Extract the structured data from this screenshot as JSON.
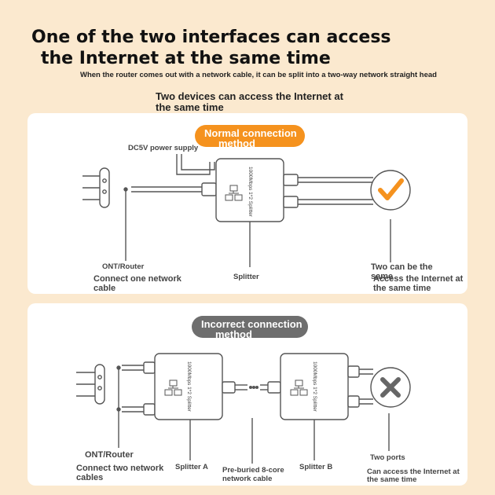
{
  "header": {
    "title_line1": "One of the two interfaces can access",
    "title_line2": "the Internet at the same time",
    "subtitle": "When the router comes out with a network cable, it can be split into a two-way network straight head",
    "two_devices": "Two devices can access the Internet at the same time"
  },
  "normal": {
    "pill_line1": "Normal connection",
    "pill_line2": "method",
    "power_label": "DC5V power supply",
    "splitter_text": "1000Mbps 1*2 Splitter",
    "ont_label": "ONT/Router",
    "connect_label": "Connect one network cable",
    "splitter_label": "Splitter",
    "result_line1": "Two can be the same",
    "result_line2": "Access the Internet at the same time",
    "status_icon": "check-icon",
    "accent": "#f5921e"
  },
  "incorrect": {
    "pill_line1": "Incorrect connection",
    "pill_line2": "method",
    "splitter_text": "1000Mbps 1*2 Splitter",
    "ont_label": "ONT/Router",
    "connect_label": "Connect two network cables",
    "splitter_a_label": "Splitter A",
    "cable_label": "Pre-buried 8-core network cable",
    "splitter_b_label": "Splitter B",
    "ports_label": "Two ports",
    "result_label": "Can access the Internet at the same time",
    "status_icon": "cross-icon",
    "accent": "#6e6e6e"
  }
}
